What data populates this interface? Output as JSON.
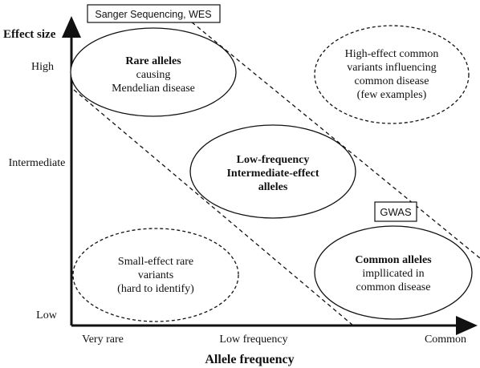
{
  "axes": {
    "y_title": "Effect size",
    "x_title": "Allele frequency",
    "y_ticks": {
      "high": "High",
      "intermediate": "Intermediate",
      "low": "Low"
    },
    "x_ticks": {
      "very_rare": "Very rare",
      "low_frequency": "Low frequency",
      "common": "Common"
    }
  },
  "method_boxes": {
    "sanger": "Sanger Sequencing, WES",
    "gwas": "GWAS"
  },
  "regions": {
    "rare": {
      "line1": "Rare alleles",
      "line2": "causing",
      "line3": "Mendelian disease"
    },
    "high_common": {
      "line1": "High-effect common",
      "line2": "variants influencing",
      "line3": "common disease",
      "line4": "(few examples)"
    },
    "low_freq": {
      "line1": "Low-frequency",
      "line2": "Intermediate-effect",
      "line3": "alleles"
    },
    "small_rare": {
      "line1": "Small-effect rare",
      "line2": "variants",
      "line3": "(hard to identify)"
    },
    "common": {
      "line1": "Common alleles",
      "line2": "impllicated in",
      "line3": "common disease"
    }
  },
  "colors": {
    "ink": "#111111",
    "background": "#ffffff"
  }
}
